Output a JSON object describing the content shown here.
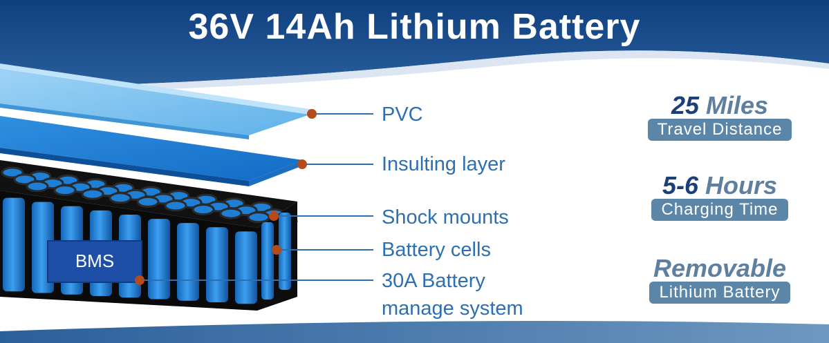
{
  "banner": {
    "title": "36V 14Ah Lithium Battery",
    "color_top": "#0f3f7f",
    "color_bottom": "#2a5f9c"
  },
  "diagram": {
    "labels": {
      "pvc": "PVC",
      "insulting_layer": "Insulting layer",
      "shock_mounts": "Shock mounts",
      "battery_cells": "Battery cells",
      "bms_line1": "30A Battery",
      "bms_line2": "manage system"
    },
    "bms_tag": "BMS",
    "label_color": "#2d6fb0",
    "dot_color": "#b54a1a",
    "cell_color": "#1f7fd4",
    "holder_color": "#1a1a1a"
  },
  "specs": [
    {
      "value": "25",
      "unit": "Miles",
      "caption": "Travel Distance"
    },
    {
      "value": "5-6",
      "unit": "Hours",
      "caption": "Charging Time"
    },
    {
      "value": "",
      "unit": "Removable",
      "caption": "Lithium Battery"
    }
  ]
}
